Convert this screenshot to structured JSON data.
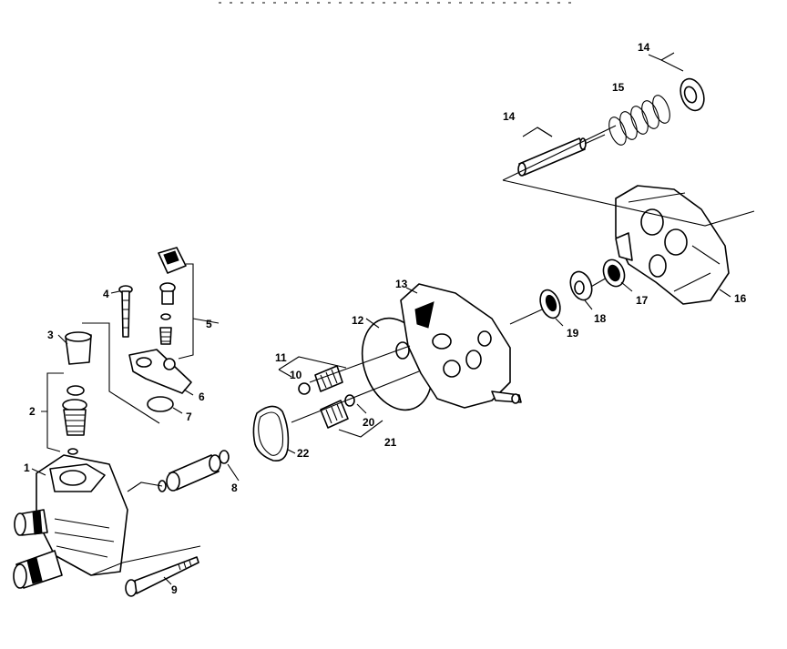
{
  "figure": {
    "callouts": [
      "1",
      "2",
      "3",
      "4",
      "5",
      "6",
      "7",
      "8",
      "9",
      "10",
      "11",
      "12",
      "13",
      "14",
      "14",
      "15",
      "16",
      "17",
      "18",
      "19",
      "20",
      "21",
      "22"
    ]
  }
}
